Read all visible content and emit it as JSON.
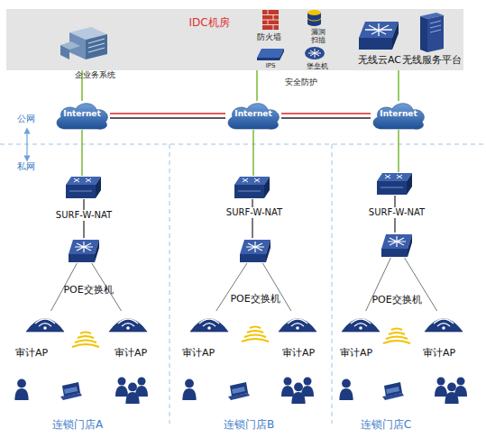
{
  "diagram": {
    "nodes": [
      {
        "text": [
          "IDC机房"
        ]
      },
      {
        "text": [
          "企业务系统"
        ],
        "in": 0
      },
      {
        "text": [
          "防火墙"
        ],
        "in": 0
      },
      {
        "text": [
          "漏洞扫描"
        ],
        "in": 0
      },
      {
        "text": [
          "IPS"
        ],
        "in": 0
      },
      {
        "text": [
          "堡垒机"
        ],
        "in": 0
      },
      {
        "text": [
          "无线云AC"
        ],
        "in": 0
      },
      {
        "text": [
          "无线服务平台"
        ],
        "in": 0
      },
      {
        "text": [
          "Internet"
        ]
      },
      {
        "text": [
          "Internet"
        ]
      },
      {
        "text": [
          "Internet"
        ]
      },
      {
        "text": [
          "SURF-W-NAT"
        ]
      },
      {
        "text": [
          "SURF-W-NAT"
        ]
      },
      {
        "text": [
          "SURF-W-NAT"
        ]
      },
      {
        "text": [
          "POE交换机"
        ]
      },
      {
        "text": [
          "POE交换机"
        ]
      },
      {
        "text": [
          "POE交换机"
        ]
      },
      {
        "text": [
          "审计AP"
        ]
      },
      {
        "text": [
          "审计AP"
        ]
      },
      {
        "text": [
          "审计AP"
        ]
      },
      {
        "text": [
          "审计AP"
        ]
      },
      {
        "text": [
          "审计AP"
        ]
      },
      {
        "text": [
          "审计AP"
        ]
      }
    ],
    "edges": [
      {
        "from": 8,
        "to": 1,
        "arrow": "none"
      },
      {
        "from": 9,
        "to": 4,
        "arrow": "none"
      },
      {
        "from": 10,
        "to": 6,
        "arrow": "none"
      },
      {
        "from": 8,
        "to": 9,
        "arrow": "none"
      },
      {
        "from": 9,
        "to": 10,
        "arrow": "none"
      },
      {
        "from": 8,
        "to": 11,
        "arrow": "none"
      },
      {
        "from": 9,
        "to": 12,
        "arrow": "none"
      },
      {
        "from": 10,
        "to": 13,
        "arrow": "none"
      },
      {
        "from": 11,
        "to": 14,
        "arrow": "none"
      },
      {
        "from": 12,
        "to": 15,
        "arrow": "none"
      },
      {
        "from": 13,
        "to": 16,
        "arrow": "none"
      },
      {
        "from": 14,
        "to": 17,
        "arrow": "none"
      },
      {
        "from": 14,
        "to": 18,
        "arrow": "none"
      },
      {
        "from": 15,
        "to": 19,
        "arrow": "none"
      },
      {
        "from": 15,
        "to": 20,
        "arrow": "none"
      },
      {
        "from": 16,
        "to": 21,
        "arrow": "none"
      },
      {
        "from": 16,
        "to": 22,
        "arrow": "none"
      }
    ],
    "labels": [
      "安全防护",
      "公网",
      "私网",
      "连锁门店A",
      "连锁门店B",
      "连锁门店C"
    ]
  }
}
